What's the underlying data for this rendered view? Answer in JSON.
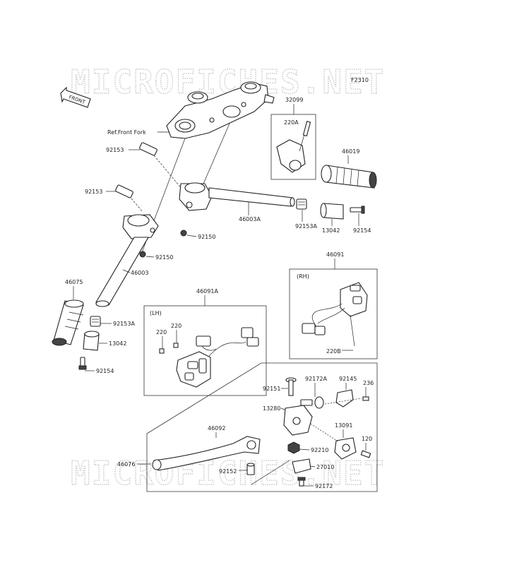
{
  "watermark": {
    "text": "MICROFICHES.NET"
  },
  "figure_code": "F2310",
  "front_marker": "FRONT",
  "group_labels": {
    "lh": "(LH)",
    "rh": "(RH)"
  },
  "reference_note": "Ref.Front Fork",
  "parts": [
    "32099",
    "220A",
    "46019",
    "92153",
    "92153",
    "46003A",
    "92153A",
    "13042",
    "92154",
    "92150",
    "92150",
    "46003",
    "46091",
    "46075",
    "92153A",
    "13042",
    "92154",
    "46091A",
    "220",
    "220",
    "220B",
    "92151",
    "92172A",
    "92145",
    "236",
    "13280",
    "46092",
    "13091",
    "120",
    "92210",
    "46076",
    "92152",
    "27010",
    "92172"
  ]
}
